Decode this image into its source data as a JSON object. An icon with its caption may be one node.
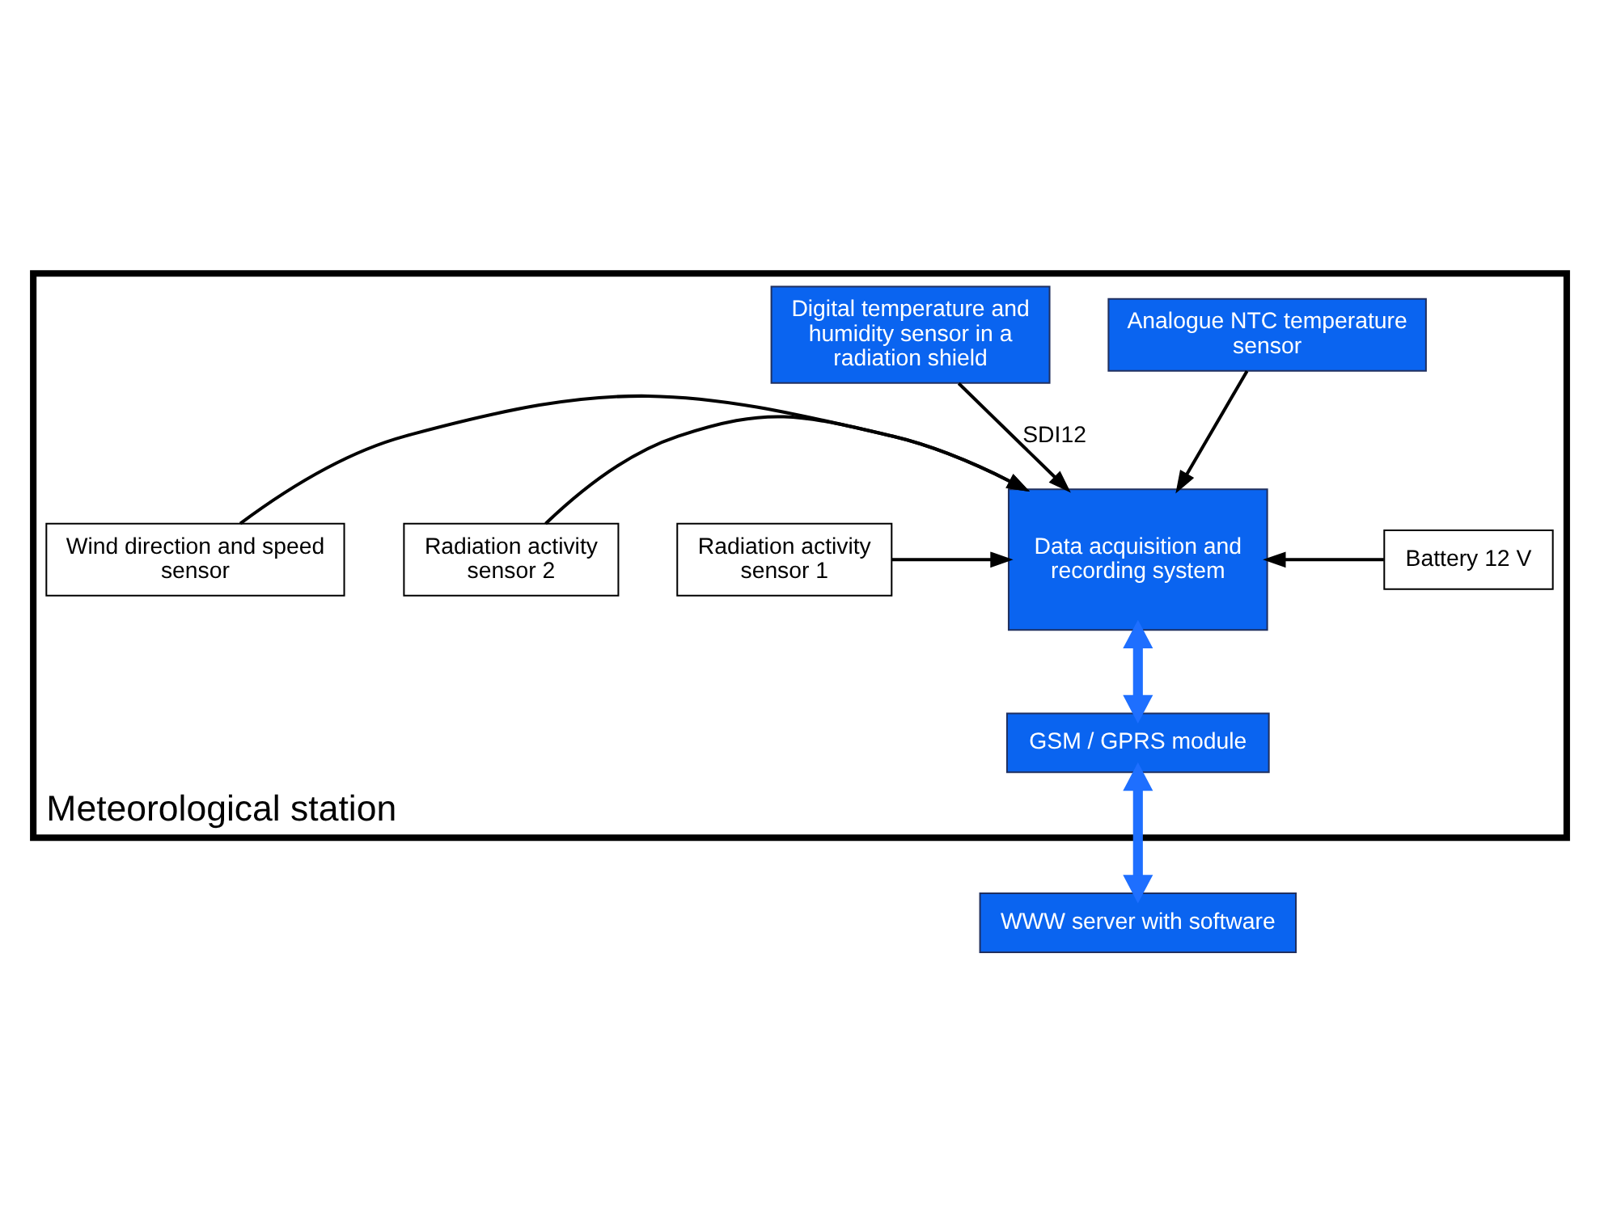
{
  "diagram": {
    "nodes": [
      {
        "text": [
          "Meteorological station"
        ]
      },
      {
        "text": [
          "Analogue NTC temperature sensor"
        ],
        "in": 0
      },
      {
        "text": [
          "Digital temperature and humidity sensor in a radiation shield"
        ],
        "in": 0
      },
      {
        "text": [
          "Radiation activity sensor 1"
        ],
        "in": 0
      },
      {
        "text": [
          "Radiation activity sensor 2"
        ],
        "in": 0
      },
      {
        "text": [
          "Wind direction and speed sensor"
        ],
        "in": 0
      },
      {
        "text": [
          "Data acquisition and recording system"
        ],
        "in": 0
      },
      {
        "text": [
          "Battery 12 V"
        ],
        "in": 0
      },
      {
        "text": [
          "GSM / GPRS module"
        ],
        "in": 0
      },
      {
        "text": [
          "WWW server with software"
        ]
      }
    ],
    "edges": [
      {
        "from": 1,
        "to": 6,
        "arrow": "to"
      },
      {
        "from": 2,
        "to": 6,
        "arrow": "to",
        "label": "SDI12"
      },
      {
        "from": 3,
        "to": 6,
        "arrow": "to"
      },
      {
        "from": 4,
        "to": 6,
        "arrow": "to"
      },
      {
        "from": 5,
        "to": 6,
        "arrow": "to"
      },
      {
        "from": 7,
        "to": 6,
        "arrow": "to"
      },
      {
        "from": 6,
        "to": 8,
        "arrow": "both",
        "style": "thick",
        "color": "#1e6fff"
      },
      {
        "from": 8,
        "to": 9,
        "arrow": "both",
        "style": "thick",
        "color": "#1e6fff"
      }
    ]
  }
}
